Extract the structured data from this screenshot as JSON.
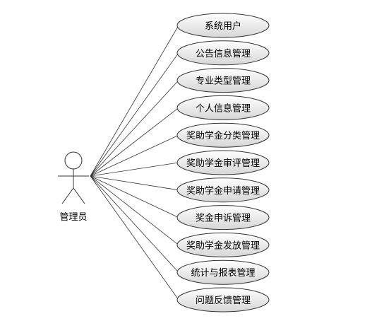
{
  "actor": {
    "name": "管理员"
  },
  "use_cases": [
    {
      "label": "系统用户"
    },
    {
      "label": "公告信息管理"
    },
    {
      "label": "专业类型管理"
    },
    {
      "label": "个人信息管理"
    },
    {
      "label": "奖助学金分类管理"
    },
    {
      "label": "奖助学金审评管理"
    },
    {
      "label": "奖助学金申请管理"
    },
    {
      "label": "奖金申诉管理"
    },
    {
      "label": "奖助学金发放管理"
    },
    {
      "label": "统计与报表管理"
    },
    {
      "label": "问题反馈管理"
    }
  ],
  "colors": {
    "ellipse_fill_top": "#ffffff",
    "ellipse_fill_bottom": "#d6d6d6",
    "stroke": "#333333"
  }
}
